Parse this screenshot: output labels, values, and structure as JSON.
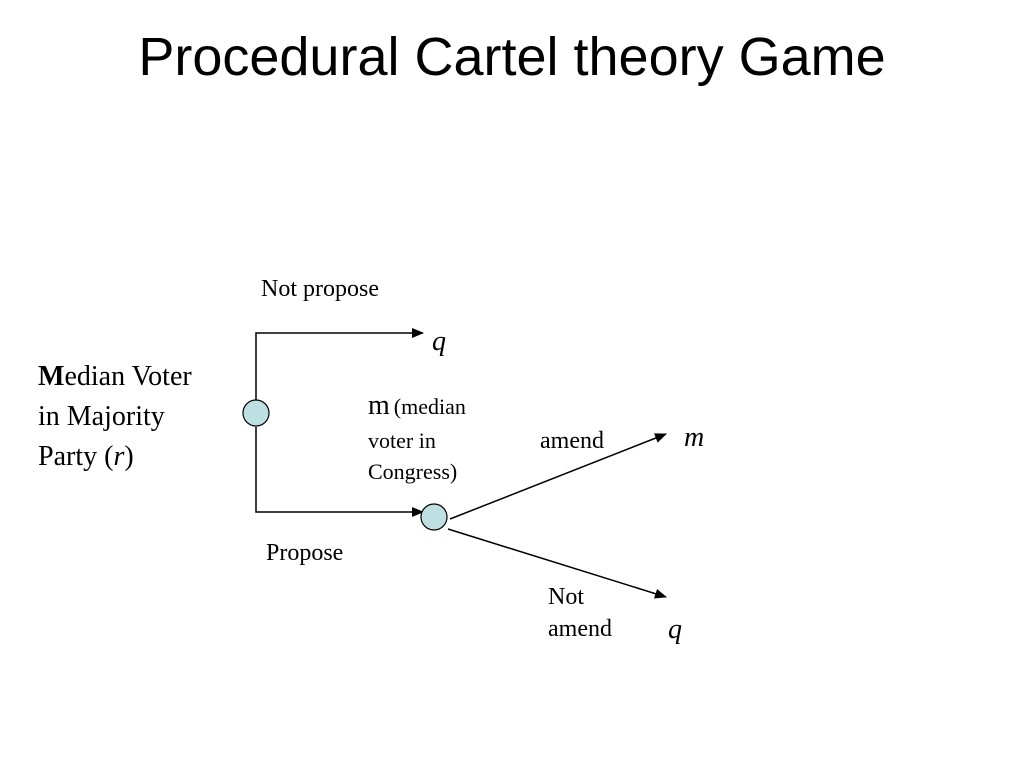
{
  "title": "Procedural Cartel theory Game",
  "nodes": {
    "root": {
      "initial": "M",
      "line1_rest": "edian Voter",
      "line2": "in Majority",
      "line3_pre": "Party (",
      "line3_var": "r",
      "line3_post": ")"
    },
    "second": {
      "var": "m",
      "paren_line1": "(median",
      "paren_line2": "voter in",
      "paren_line3": "Congress)"
    }
  },
  "edges": {
    "not_propose": "Not propose",
    "propose": "Propose",
    "amend": "amend",
    "not_amend_line1": "Not",
    "not_amend_line2": "amend"
  },
  "outcomes": {
    "top": "q",
    "amend": "m",
    "not_amend": "q"
  },
  "colors": {
    "node_fill": "#bfe0e2",
    "line": "#000000"
  }
}
